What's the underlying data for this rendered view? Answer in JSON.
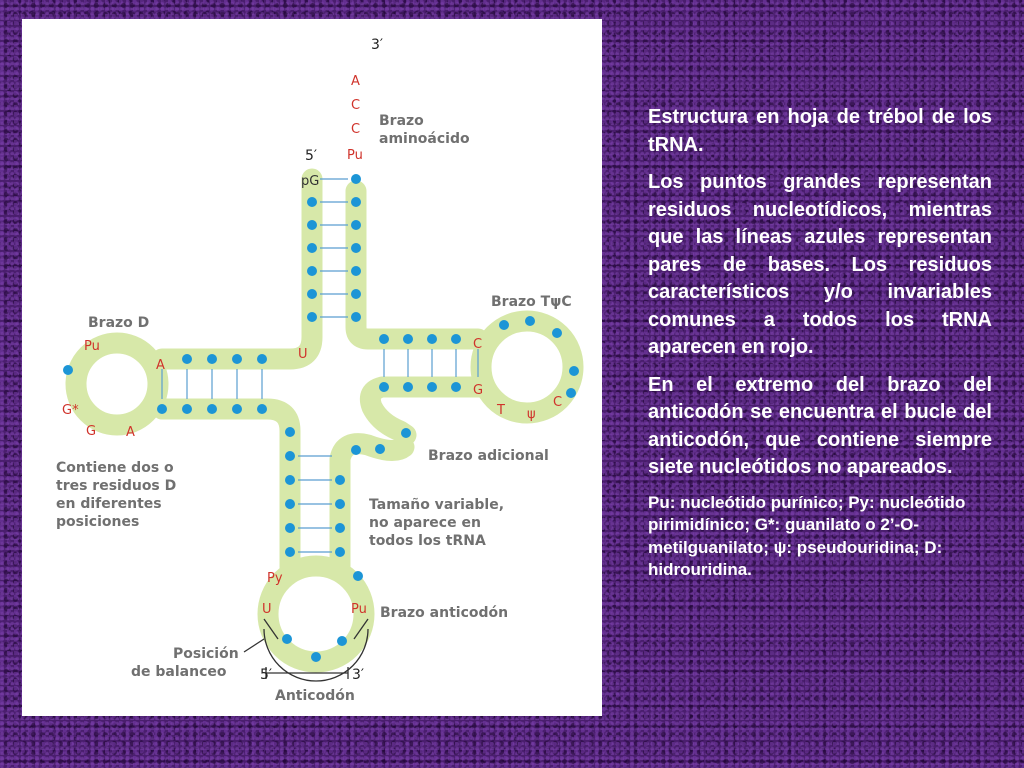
{
  "figure": {
    "end_3": "3′",
    "end_5": "5′",
    "acceptor_nucleotides": [
      "A",
      "C",
      "C",
      "Pu"
    ],
    "pG": "pG",
    "labels": {
      "amino_arm": "Brazo aminoácido",
      "d_arm": "Brazo D",
      "tpsic_arm": "Brazo TψC",
      "extra_arm": "Brazo adicional",
      "anticodon_arm": "Brazo anticodón",
      "d_note": "Contiene dos o tres residuos D en diferentes posiciones",
      "extra_note": "Tamaño variable, no aparece en todos los tRNA",
      "wobble": "Posición de balanceo",
      "anticodon": "Anticodón",
      "anti_5": "5′",
      "anti_3": "3′"
    },
    "residues": {
      "u_top": "U",
      "d_pu": "Pu",
      "d_a_top": "A",
      "d_gstar": "G*",
      "d_g": "G",
      "d_a_bottom": "A",
      "t_c_top": "C",
      "t_g": "G",
      "t_t": "T",
      "t_psi": "ψ",
      "t_c_bottom": "C",
      "ac_py": "Py",
      "ac_u": "U",
      "ac_pu": "Pu"
    },
    "colors": {
      "backbone": "#d7e8a9",
      "dot": "#1c95d6",
      "pair_line": "#5a9ed0",
      "residue": "#d0332b",
      "label": "#707070"
    }
  },
  "caption": {
    "title": "Estructura en hoja de trébol de los tRNA.",
    "p1": "Los puntos grandes representan residuos nucleotídicos, mientras que las líneas azules representan pares de bases. Los residuos característicos y/o invariables comunes a todos los tRNA aparecen en rojo.",
    "p2": "En el extremo del brazo del anticodón se encuentra el bucle del anticodón, que contiene siempre siete nucleótidos no apareados.",
    "legend": "Pu: nucleótido purínico; Py: nucleótido pirimidínico; G*: guanilato o 2’-O-metilguanilato; ψ: pseudouridina; D: hidrouridina."
  }
}
